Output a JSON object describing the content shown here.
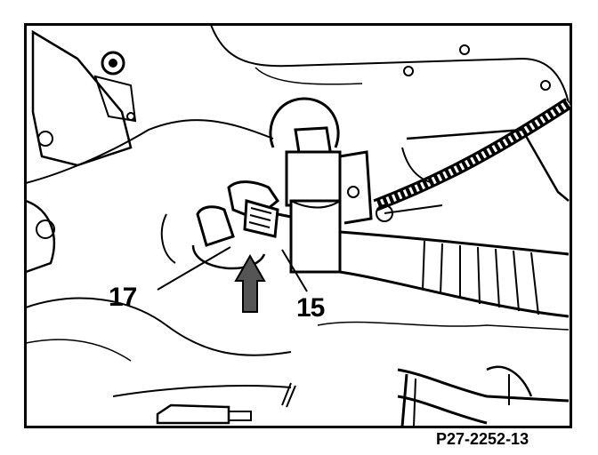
{
  "figure_code": "P27-2252-13",
  "callouts": [
    {
      "id": "17",
      "label": "17"
    },
    {
      "id": "15",
      "label": "15"
    }
  ],
  "colors": {
    "ink": "#000000",
    "paper": "#ffffff",
    "arrow": "#555555"
  }
}
